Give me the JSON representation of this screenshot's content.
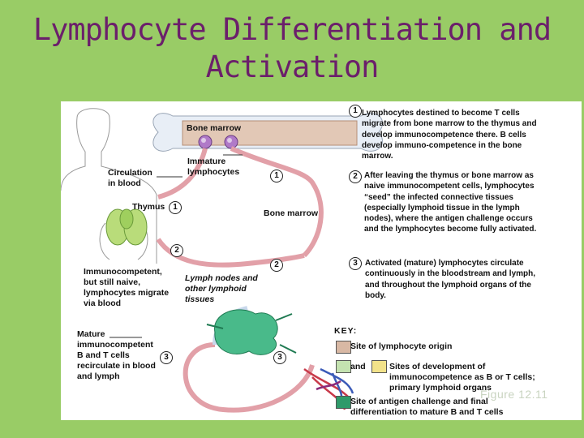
{
  "title": {
    "line1": "Lymphocyte Differentiation and",
    "line2": "Activation"
  },
  "diagram": {
    "bone_marrow_top": "Bone marrow",
    "immature_lymphocytes": "Immature lymphocytes",
    "circulation_in_blood": "Circulation in blood",
    "thymus": "Thymus",
    "bone_marrow_right": "Bone marrow",
    "immunocompetent": "Immunocompetent, but still naive, lymphocytes migrate via blood",
    "lymph_nodes": "Lymph nodes and other lymphoid tissues",
    "mature_immunocompetent": "Mature immunocompetent B and T cells recirculate in blood and lymph",
    "step_numbers": [
      "1",
      "2",
      "3"
    ]
  },
  "steps": [
    {
      "number": "1",
      "text": "Lymphocytes destined to become T cells migrate from bone marrow to the thymus and develop immunocompetence there. B cells develop immuno-competence in the bone marrow."
    },
    {
      "number": "2",
      "text": "After leaving the thymus or bone marrow as naive immunocompetent cells, lymphocytes “seed” the infected connective tissues (especially lymphoid tissue in the lymph nodes), where the antigen challenge occurs and the lymphocytes become fully activated."
    },
    {
      "number": "3",
      "text": "Activated (mature) lymphocytes circulate continuously in the bloodstream and lymph, and throughout the lymphoid organs of the body."
    }
  ],
  "key": {
    "heading": "KEY:",
    "origin": "Site of lymphocyte origin",
    "and_label": "and",
    "development": "Sites of development of immunocompetence as B or T cells; primary lymphoid organs",
    "antigen": "Site of antigen challenge and final differentiation to mature B and T cells",
    "colors": {
      "origin": "#d8b8a4",
      "dev_green": "#c4e2b0",
      "dev_yellow": "#f2e28a",
      "antigen": "#2f9a6a"
    }
  },
  "figure_label": "Figure 12.11"
}
